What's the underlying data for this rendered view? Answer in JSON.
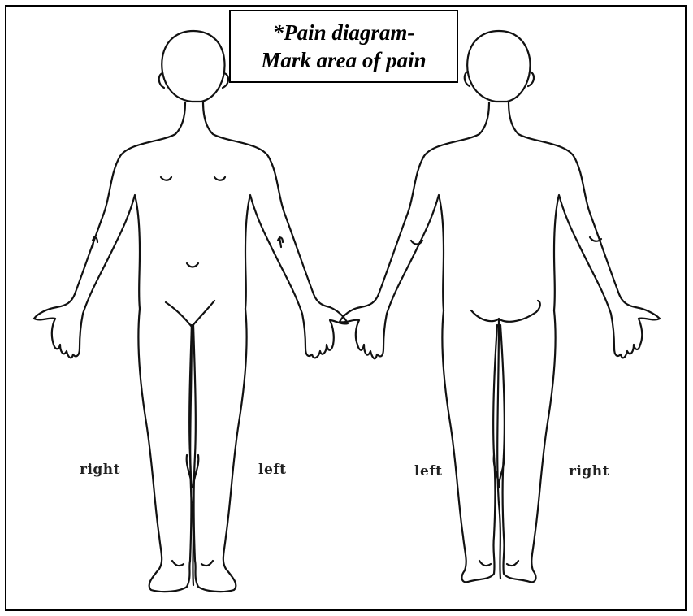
{
  "title": {
    "line1": "*Pain diagram-",
    "line2": "Mark area of pain"
  },
  "front_figure": {
    "right_label": "right",
    "left_label": "left"
  },
  "back_figure": {
    "left_label": "left",
    "right_label": "right"
  }
}
